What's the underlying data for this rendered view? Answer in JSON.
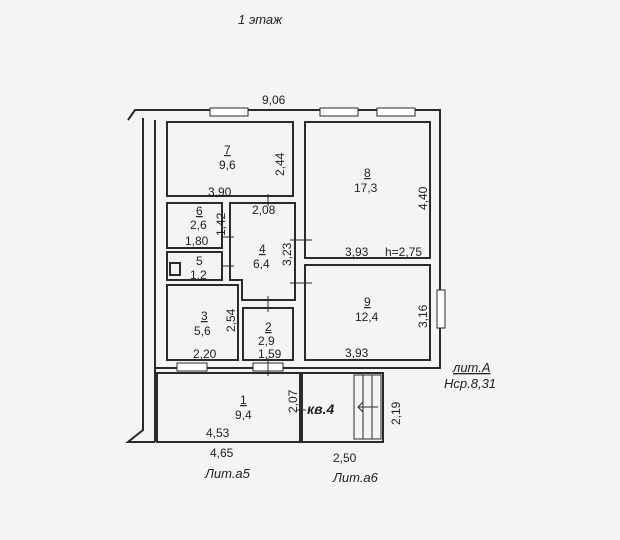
{
  "title": "1 этаж",
  "overall_width": "9,06",
  "rooms": [
    {
      "num": "1",
      "area": "9,4",
      "dims": [
        "2,07",
        "4,53"
      ]
    },
    {
      "num": "2",
      "area": "2,9",
      "dims": [
        "1,59"
      ]
    },
    {
      "num": "3",
      "area": "5,6",
      "dims": [
        "2,54",
        "2,20"
      ]
    },
    {
      "num": "4",
      "area": "6,4",
      "dims": [
        "2,08",
        "3,23"
      ]
    },
    {
      "num": "5",
      "area": "1,2",
      "dims": []
    },
    {
      "num": "6",
      "area": "2,6",
      "dims": [
        "1,42",
        "1,80"
      ]
    },
    {
      "num": "7",
      "area": "9,6",
      "dims": [
        "2,44",
        "3,90"
      ]
    },
    {
      "num": "8",
      "area": "17,3",
      "dims": [
        "4,40",
        "3,93"
      ]
    },
    {
      "num": "9",
      "area": "12,4",
      "dims": [
        "3,16",
        "3,93"
      ]
    }
  ],
  "ceiling_height": "h=2,75",
  "apartment_label": "кв.4",
  "lit_a": "лит.А",
  "lit_a_height": "Нср.8,31",
  "lit_a5": "Лит.а5",
  "lit_a5_width": "4,65",
  "lit_a6": "Лит.а6",
  "lit_a6_width": "2,50",
  "lit_a6_depth": "2,19"
}
